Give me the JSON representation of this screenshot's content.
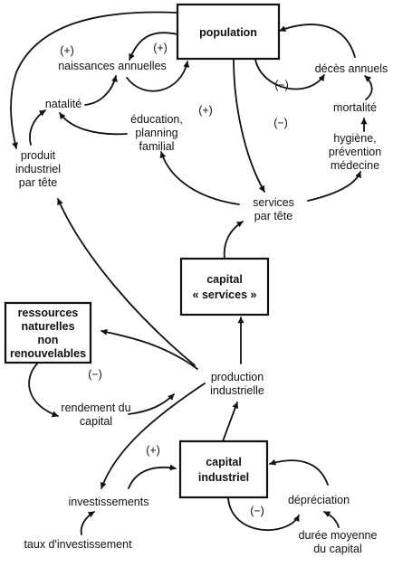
{
  "nodes": {
    "population": [
      "population"
    ],
    "naissances": [
      "naissances annuelles"
    ],
    "natalite": [
      "natalité"
    ],
    "education": [
      "éducation,",
      "planning",
      "familial"
    ],
    "deces": [
      "décès annuels"
    ],
    "mortalite": [
      "mortalité"
    ],
    "hygiene": [
      "hygiène,",
      "prévention",
      "médecine"
    ],
    "produit": [
      "produit",
      "industriel",
      "par tête"
    ],
    "services_par_tete": [
      "services",
      "par tête"
    ],
    "capital_services": [
      "capital",
      "« services »"
    ],
    "ressources": [
      "ressources",
      "naturelles",
      "non",
      "renouvelables"
    ],
    "production": [
      "production",
      "industrielle"
    ],
    "rendement": [
      "rendement du",
      "capital"
    ],
    "capital_industriel": [
      "capital",
      "industriel"
    ],
    "investissements": [
      "investissements"
    ],
    "depreciation": [
      "dépréciation"
    ],
    "taux": [
      "taux d'investissement"
    ],
    "duree": [
      "durée moyenne",
      "du capital"
    ]
  },
  "signs": {
    "naissances_sign": "(+)",
    "population_birth_sign": "(+)",
    "deces_sign": "(−)",
    "education_sign": "(+)",
    "services_sign": "(−)",
    "ressources_sign": "(−)",
    "investissements_sign": "(+)",
    "depreciation_sign": "(−)"
  }
}
